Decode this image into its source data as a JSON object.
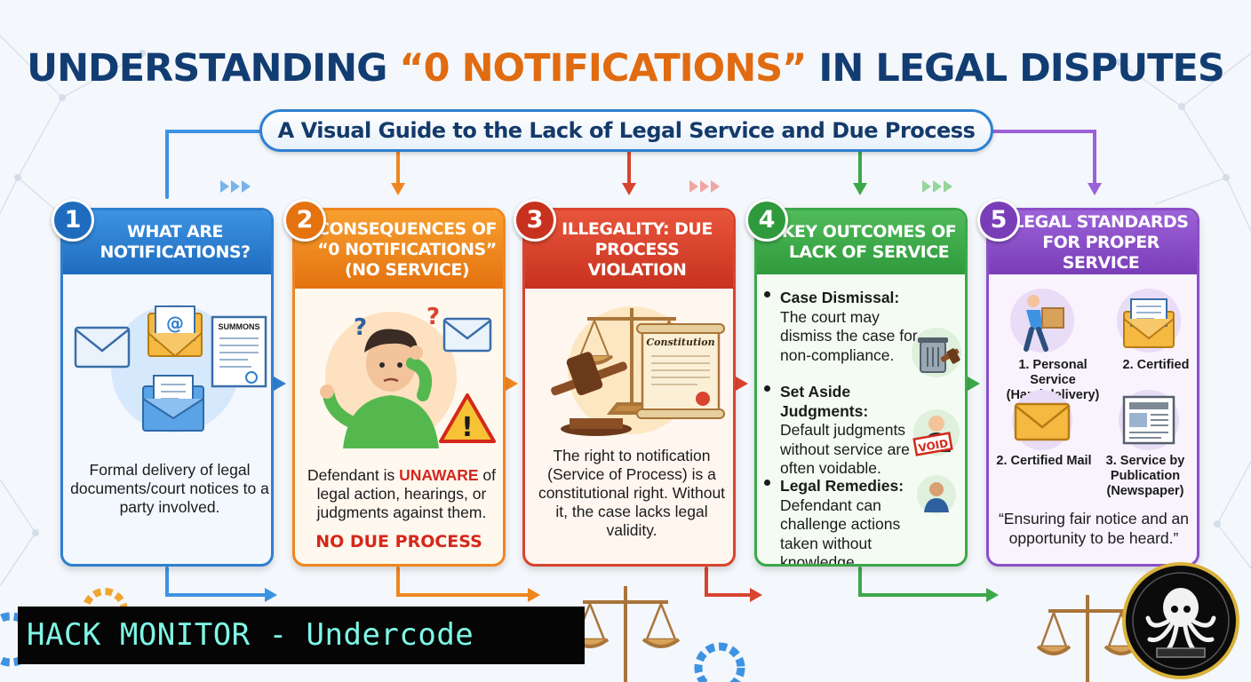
{
  "title": {
    "part1": "UNDERSTANDING ",
    "highlight": "“0 NOTIFICATIONS”",
    "part2": " IN LEGAL DISPUTES"
  },
  "subtitle": "A Visual Guide to the Lack of Legal Service and Due Process",
  "colors": {
    "title": "#123d73",
    "highlight": "#e06b10",
    "step1": "#2e7fd0",
    "step2": "#f0861f",
    "step3": "#d9432f",
    "step4": "#3ca84a",
    "step5": "#8a4fc7"
  },
  "steps": [
    {
      "number": "1",
      "heading": "What are Notifications?",
      "icons": [
        "envelope-icon",
        "email-envelope-icon",
        "summons-document-icon",
        "open-envelope-icon"
      ],
      "summons_label": "SUMMONS",
      "text": "Formal delivery of legal documents/court notices to a party involved."
    },
    {
      "number": "2",
      "heading": "Consequences of “0 Notifications” (No Service)",
      "icons": [
        "confused-person-icon",
        "question-mark-icon",
        "envelope-icon",
        "warning-icon"
      ],
      "text_before": "Defendant is ",
      "text_emphasis": "UNAWARE",
      "text_after": " of legal action, hearings, or judgments against them.",
      "footer": "NO DUE PROCESS"
    },
    {
      "number": "3",
      "heading": "Illegality: Due Process Violation",
      "icons": [
        "scales-of-justice-icon",
        "gavel-icon",
        "constitution-scroll-icon"
      ],
      "scroll_label": "Constitution",
      "text": "The right to notification (Service of Process) is a constitutional right. Without it, the case lacks legal validity."
    },
    {
      "number": "4",
      "heading": "Key Outcomes of Lack of Service",
      "outcomes": [
        {
          "title": "Case Dismissal:",
          "text": "The court may dismiss the case for non-compliance.",
          "icon": "trash-gavel-icon"
        },
        {
          "title": "Set Aside Judgments:",
          "text": "Default judgments without service are often voidable.",
          "icon": "judge-void-icon",
          "stamp": "VOID"
        },
        {
          "title": "Legal Remedies:",
          "text": "Defendant can challenge actions taken without knowledge.",
          "icon": "lawyer-icon"
        }
      ]
    },
    {
      "number": "5",
      "heading": "Legal Standards for Proper Service",
      "methods": [
        {
          "label": "1. Personal Service\n(Hand delivery)",
          "icon": "courier-icon"
        },
        {
          "label": "2. Certified",
          "icon": "certified-envelope-icon"
        },
        {
          "label": "2. Certified Mail",
          "icon": "mail-envelope-icon"
        },
        {
          "label": "3. Service by\nPublication\n(Newspaper)",
          "icon": "newspaper-icon"
        }
      ],
      "quote": "“Ensuring fair notice and an opportunity to be heard.”"
    }
  ],
  "banner": "HACK MONITOR - Undercode",
  "logo_icon": "octopus-logo-icon"
}
